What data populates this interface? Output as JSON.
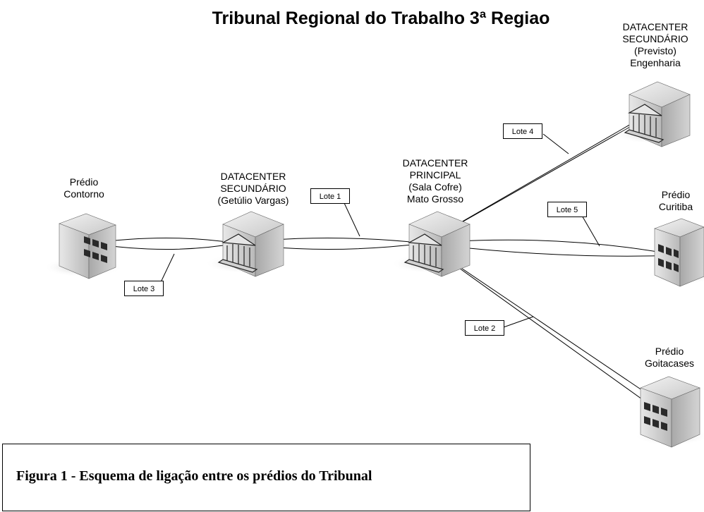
{
  "title": "Tribunal Regional do Trabalho 3ª Regiao",
  "nodes": [
    {
      "id": "contorno",
      "label_lines": [
        "Prédio",
        "Contorno"
      ],
      "kind": "office"
    },
    {
      "id": "getulio",
      "label_lines": [
        "DATACENTER",
        "SECUNDÁRIO",
        "(Getúlio Vargas)"
      ],
      "kind": "datacenter"
    },
    {
      "id": "principal",
      "label_lines": [
        "DATACENTER",
        "PRINCIPAL",
        "(Sala Cofre)",
        "Mato Grosso"
      ],
      "kind": "datacenter"
    },
    {
      "id": "engenharia",
      "label_lines": [
        "DATACENTER",
        "SECUNDÁRIO",
        "(Previsto)",
        "Engenharia"
      ],
      "kind": "datacenter"
    },
    {
      "id": "curitiba",
      "label_lines": [
        "Prédio",
        "Curitiba"
      ],
      "kind": "office"
    },
    {
      "id": "goitacases",
      "label_lines": [
        "Prédio",
        "Goitacases"
      ],
      "kind": "office"
    }
  ],
  "links": [
    {
      "label": "Lote 1",
      "from": "getulio",
      "to": "principal"
    },
    {
      "label": "Lote 2",
      "from": "principal",
      "to": "goitacases"
    },
    {
      "label": "Lote 3",
      "from": "contorno",
      "to": "getulio"
    },
    {
      "label": "Lote 4",
      "from": "principal",
      "to": "engenharia"
    },
    {
      "label": "Lote 5",
      "from": "principal",
      "to": "curitiba"
    }
  ],
  "caption": "Figura 1 - Esquema de ligação entre os prédios do Tribunal"
}
